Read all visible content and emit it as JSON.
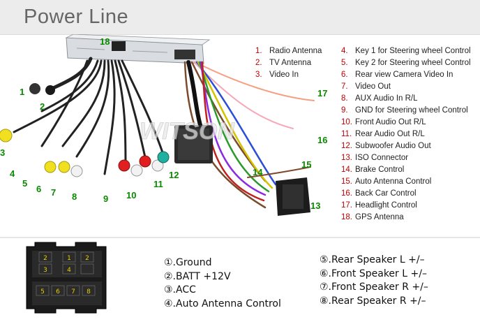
{
  "header": {
    "title": "Power Line"
  },
  "watermark": "WITSON",
  "callouts": [
    "1",
    "2",
    "3",
    "4",
    "5",
    "6",
    "7",
    "8",
    "9",
    "10",
    "11",
    "12",
    "13",
    "14",
    "15",
    "16",
    "17",
    "18"
  ],
  "legend": {
    "left": [
      {
        "num": "1.",
        "label": "Radio Antenna"
      },
      {
        "num": "2.",
        "label": "TV Antenna"
      },
      {
        "num": "3.",
        "label": "Video In"
      }
    ],
    "right": [
      {
        "num": "4.",
        "label": "Key 1 for Steering wheel Control"
      },
      {
        "num": "5.",
        "label": "Key 2 for Steering wheel Control"
      },
      {
        "num": "6.",
        "label": "Rear view Camera Video In"
      },
      {
        "num": "7.",
        "label": "Video Out"
      },
      {
        "num": "8.",
        "label": "AUX Audio In R/L"
      },
      {
        "num": "9.",
        "label": "GND for Steering wheel Control"
      },
      {
        "num": "10.",
        "label": "Front Audio Out R/L"
      },
      {
        "num": "11.",
        "label": "Rear Audio Out R/L"
      },
      {
        "num": "12.",
        "label": "Subwoofer Audio Out"
      },
      {
        "num": "13.",
        "label": "ISO Connector"
      },
      {
        "num": "14.",
        "label": "Brake Control"
      },
      {
        "num": "15.",
        "label": "Auto Antenna Control"
      },
      {
        "num": "16.",
        "label": "Back Car Control"
      },
      {
        "num": "17.",
        "label": "Headlight Control"
      },
      {
        "num": "18.",
        "label": "GPS Antenna"
      }
    ]
  },
  "connector": {
    "pins_top": [
      "2",
      "3",
      "4"
    ],
    "pins_top_row": [
      "1",
      "2"
    ],
    "pins_mid_row": [
      "3",
      "4"
    ],
    "pins_bottom_row": [
      "5",
      "6",
      "7",
      "8"
    ]
  },
  "pinout_left": [
    "①.Ground",
    "②.BATT +12V",
    "③.ACC",
    "④.Auto Antenna Control"
  ],
  "pinout_right": [
    "⑤.Rear Speaker L +/–",
    "⑥.Front Speaker L +/–",
    "⑦.Front Speaker R +/–",
    "⑧.Rear Speaker R +/–"
  ],
  "colors": {
    "accent_red": "#c00000",
    "callout_green": "#0a8a00",
    "header_gray": "#666666"
  }
}
